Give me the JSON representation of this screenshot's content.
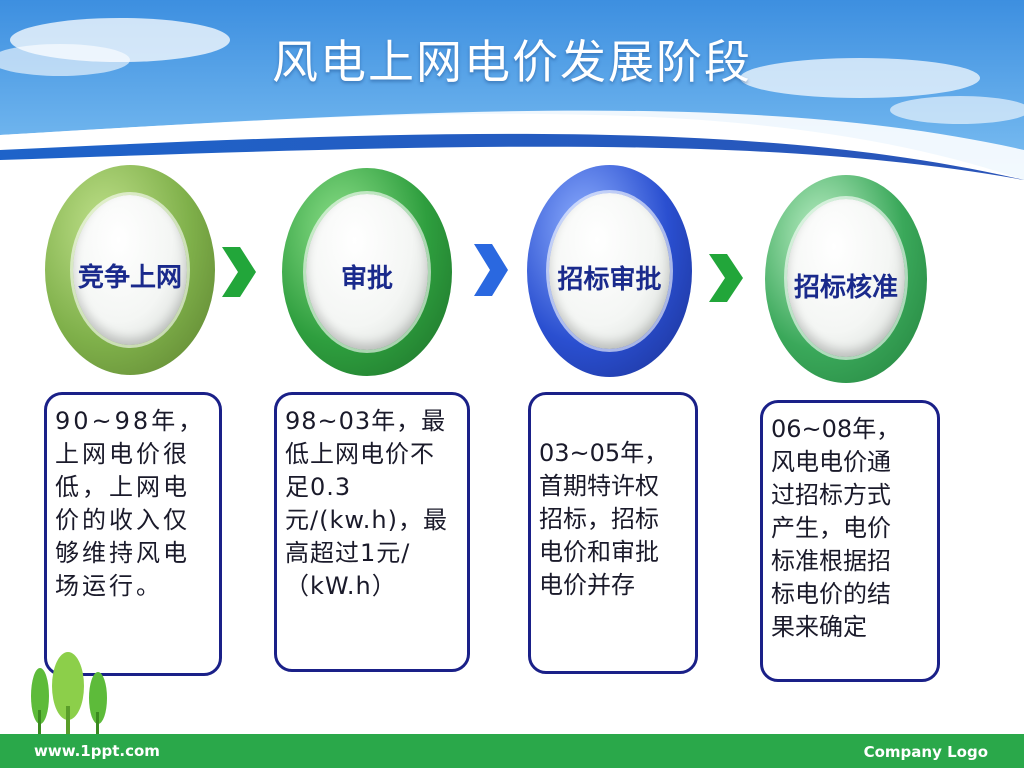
{
  "slide": {
    "title": "风电上网电价发展阶段"
  },
  "stages": [
    {
      "label": "竞争上网",
      "ring_color": "#7fb04a",
      "description": "   90~98年，\n上网电价很低，上网电价的收入仅够维持风电场运行。"
    },
    {
      "label": "审批",
      "ring_color": "#2e9e3e",
      "description": "98~03年，最低上网电价不足0.3元/(kw.h)，最高超过1元/（kW.h）"
    },
    {
      "label": "招标审批",
      "ring_color": "#2a4fd0",
      "description": "03~05年，\n首期特许权\n 招标，招标\n 电价和审批\n 电价并存"
    },
    {
      "label": "招标核准",
      "ring_color": "#3aa85a",
      "description": "06~08年，\n风电电价通\n 过招标方式\n 产生，电价\n 标准根据招\n 标电价的结\n 果来确定"
    }
  ],
  "arrows": [
    {
      "color": "#22a63a",
      "icon": "chevron-right-icon"
    },
    {
      "color": "#2a68e0",
      "icon": "chevron-right-icon"
    },
    {
      "color": "#22a63a",
      "icon": "chevron-right-icon"
    }
  ],
  "footer": {
    "website": "www.1ppt.com",
    "company_logo": "Company Logo"
  }
}
